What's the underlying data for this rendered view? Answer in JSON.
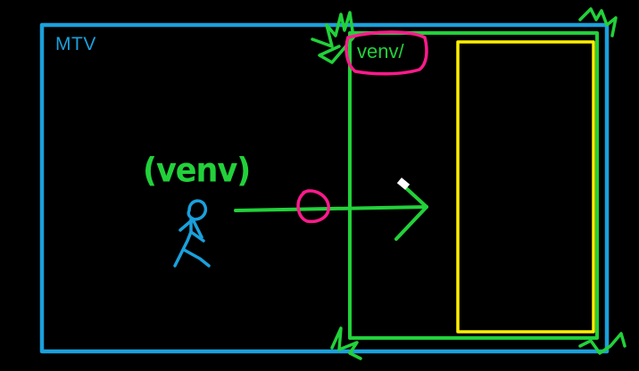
{
  "host_box": {
    "label": "MTV",
    "color": "#1aa0dc"
  },
  "venv_dir": {
    "label": "venv/",
    "color": "#22d13a",
    "highlight_color": "#ff1a8c"
  },
  "inner_box": {
    "color": "#ffee00"
  },
  "person": {
    "label": "(venv)",
    "label_color": "#22d13a",
    "figure_color": "#1aa0dc"
  },
  "arrow": {
    "color": "#22d13a",
    "marker_color": "#ff1a8c",
    "pointer_color": "#ffffff"
  },
  "background": "#000000"
}
